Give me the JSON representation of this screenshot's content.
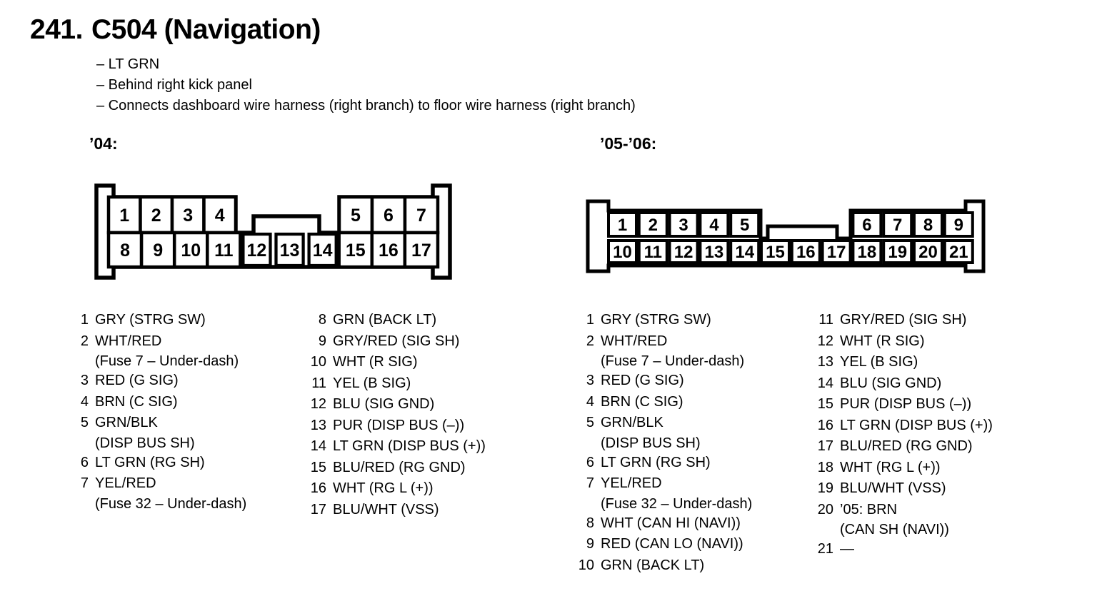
{
  "page": {
    "number": "241.",
    "title": "C504 (Navigation)",
    "bullets": [
      "– LT GRN",
      "– Behind right kick panel",
      "– Connects dashboard wire harness (right branch) to floor wire harness (right branch)"
    ]
  },
  "colors": {
    "ink": "#000000",
    "paper": "#ffffff"
  },
  "sections": [
    {
      "label": "’04:",
      "connector": {
        "top_left_pins": [
          "1",
          "2",
          "3",
          "4"
        ],
        "top_right_pins": [
          "5",
          "6",
          "7"
        ],
        "bottom_pins": [
          "8",
          "9",
          "10",
          "11",
          "12",
          "13",
          "14",
          "15",
          "16",
          "17"
        ]
      },
      "pin_columns": [
        [
          {
            "num": "1",
            "lines": [
              "GRY (STRG SW)"
            ]
          },
          {
            "num": "2",
            "lines": [
              "WHT/RED",
              "(Fuse 7 – Under-dash)"
            ]
          },
          {
            "num": "3",
            "lines": [
              "RED (G SIG)"
            ]
          },
          {
            "num": "4",
            "lines": [
              "BRN (C SIG)"
            ]
          },
          {
            "num": "5",
            "lines": [
              "GRN/BLK",
              "(DISP BUS SH)"
            ]
          },
          {
            "num": "6",
            "lines": [
              "LT GRN (RG SH)"
            ]
          },
          {
            "num": "7",
            "lines": [
              "YEL/RED",
              "(Fuse 32 – Under-dash)"
            ]
          }
        ],
        [
          {
            "num": "8",
            "lines": [
              "GRN (BACK LT)"
            ]
          },
          {
            "num": "9",
            "lines": [
              "GRY/RED (SIG SH)"
            ]
          },
          {
            "num": "10",
            "lines": [
              "WHT (R SIG)"
            ]
          },
          {
            "num": "11",
            "lines": [
              "YEL (B SIG)"
            ]
          },
          {
            "num": "12",
            "lines": [
              "BLU (SIG GND)"
            ]
          },
          {
            "num": "13",
            "lines": [
              "PUR (DISP BUS (–))"
            ]
          },
          {
            "num": "14",
            "lines": [
              "LT GRN (DISP BUS (+))"
            ]
          },
          {
            "num": "15",
            "lines": [
              "BLU/RED (RG GND)"
            ]
          },
          {
            "num": "16",
            "lines": [
              "WHT (RG L (+))"
            ]
          },
          {
            "num": "17",
            "lines": [
              "BLU/WHT (VSS)"
            ]
          }
        ]
      ]
    },
    {
      "label": "’05-’06:",
      "connector": {
        "top_left_pins": [
          "1",
          "2",
          "3",
          "4",
          "5"
        ],
        "top_right_pins": [
          "6",
          "7",
          "8",
          "9"
        ],
        "bottom_pins": [
          "10",
          "11",
          "12",
          "13",
          "14",
          "15",
          "16",
          "17",
          "18",
          "19",
          "20",
          "21"
        ]
      },
      "pin_columns": [
        [
          {
            "num": "1",
            "lines": [
              "GRY (STRG SW)"
            ]
          },
          {
            "num": "2",
            "lines": [
              "WHT/RED",
              "(Fuse 7 – Under-dash)"
            ]
          },
          {
            "num": "3",
            "lines": [
              "RED (G SIG)"
            ]
          },
          {
            "num": "4",
            "lines": [
              "BRN (C SIG)"
            ]
          },
          {
            "num": "5",
            "lines": [
              "GRN/BLK",
              "(DISP BUS SH)"
            ]
          },
          {
            "num": "6",
            "lines": [
              "LT GRN (RG SH)"
            ]
          },
          {
            "num": "7",
            "lines": [
              "YEL/RED",
              "(Fuse 32 – Under-dash)"
            ]
          },
          {
            "num": "8",
            "lines": [
              "WHT (CAN HI (NAVI))"
            ]
          },
          {
            "num": "9",
            "lines": [
              "RED (CAN LO (NAVI))"
            ]
          },
          {
            "num": "10",
            "lines": [
              "GRN (BACK LT)"
            ]
          }
        ],
        [
          {
            "num": "11",
            "lines": [
              "GRY/RED (SIG SH)"
            ]
          },
          {
            "num": "12",
            "lines": [
              "WHT (R SIG)"
            ]
          },
          {
            "num": "13",
            "lines": [
              "YEL (B SIG)"
            ]
          },
          {
            "num": "14",
            "lines": [
              "BLU (SIG GND)"
            ]
          },
          {
            "num": "15",
            "lines": [
              "PUR (DISP BUS (–))"
            ]
          },
          {
            "num": "16",
            "lines": [
              "LT GRN (DISP BUS (+))"
            ]
          },
          {
            "num": "17",
            "lines": [
              "BLU/RED (RG GND)"
            ]
          },
          {
            "num": "18",
            "lines": [
              "WHT (RG L (+))"
            ]
          },
          {
            "num": "19",
            "lines": [
              "BLU/WHT (VSS)"
            ]
          },
          {
            "num": "20",
            "lines": [
              "’05: BRN",
              "(CAN SH (NAVI))"
            ]
          },
          {
            "num": "21",
            "lines": [
              "—"
            ]
          }
        ]
      ]
    }
  ]
}
